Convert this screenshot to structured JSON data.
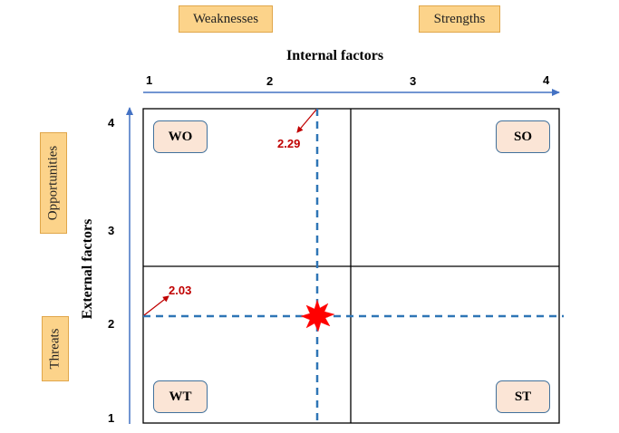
{
  "labels": {
    "weaknesses": "Weaknesses",
    "strengths": "Strengths",
    "opportunities": "Opportunities",
    "threats": "Threats"
  },
  "axes": {
    "x_title": "Internal factors",
    "y_title": "External factors",
    "x_ticks": [
      "1",
      "2",
      "3",
      "4"
    ],
    "y_ticks": [
      "4",
      "3",
      "2",
      "1"
    ]
  },
  "quadrants": {
    "wo": "WO",
    "so": "SO",
    "wt": "WT",
    "st": "ST"
  },
  "values": {
    "internal_score": "2.29",
    "external_score": "2.03"
  },
  "colors": {
    "axis_arrow": "#4472c4",
    "dashed_line": "#2e75b6",
    "value_text": "#c00000",
    "star": "#ff0000",
    "tag_fill": "#fcd38a",
    "quadrant_fill": "#fbe5d6"
  }
}
